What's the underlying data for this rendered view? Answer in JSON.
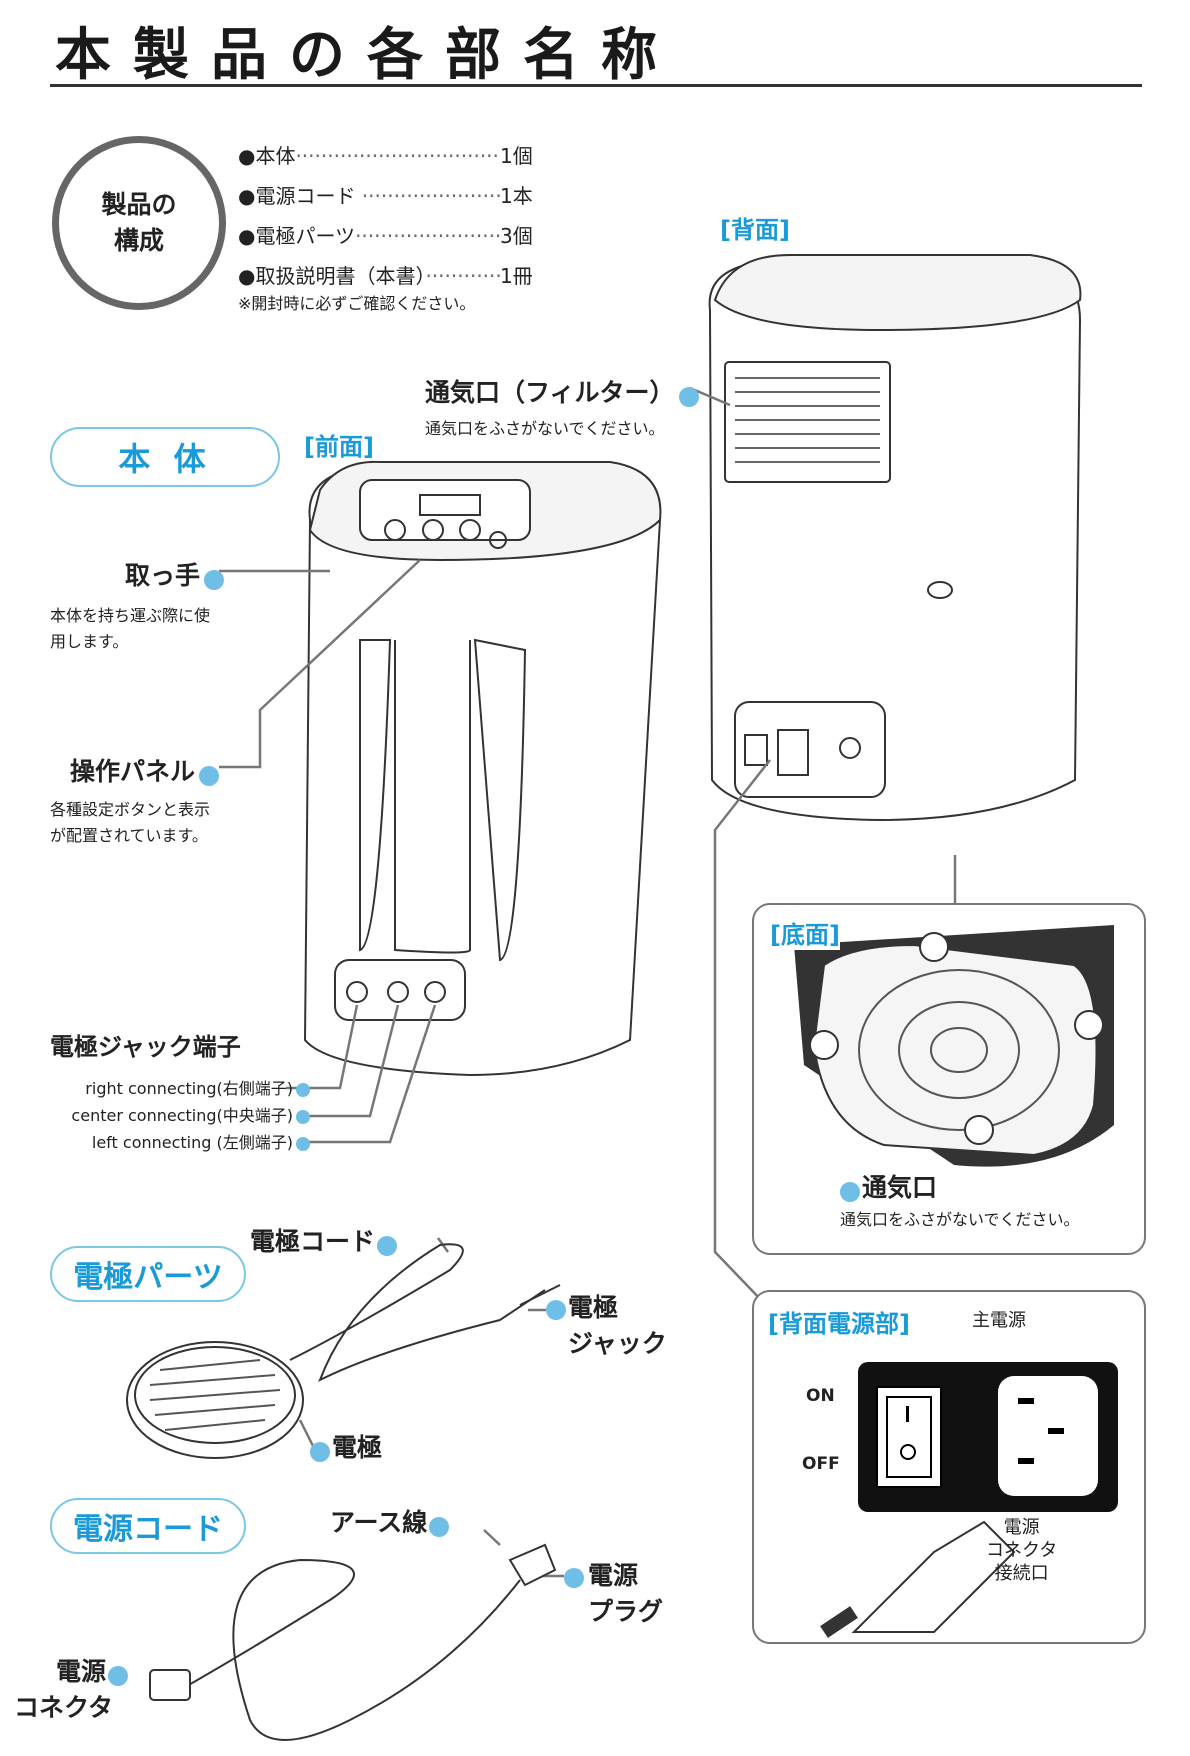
{
  "page": {
    "title": "本製品の各部名称"
  },
  "composition": {
    "circle_line1": "製品の",
    "circle_line2": "構成",
    "items": [
      {
        "name": "●本体",
        "qty": "1個"
      },
      {
        "name": "●電源コード",
        "qty": "1本"
      },
      {
        "name": "●電極パーツ",
        "qty": "3個"
      },
      {
        "name": "●取扱説明書（本書）",
        "qty": "1冊"
      }
    ],
    "note": "※開封時に必ずご確認ください。"
  },
  "body_section": {
    "pill": "本 体",
    "front": "[前面]",
    "back": "[背面]",
    "handle": {
      "label": "取っ手",
      "desc1": "本体を持ち運ぶ際に使",
      "desc2": "用します。"
    },
    "panel": {
      "label": "操作パネル",
      "desc1": "各種設定ボタンと表示",
      "desc2": "が配置されています。"
    },
    "vent_filter": {
      "label": "通気口（フィルター）",
      "desc": "通気口をふさがないでください。"
    },
    "jack": {
      "label": "電極ジャック端子",
      "terminals": [
        "right connecting(右側端子)",
        "center connecting(中央端子)",
        "left connecting (左側端子)"
      ]
    }
  },
  "bottom": {
    "title": "[底面]",
    "vent": "通気口",
    "desc": "通気口をふさがないでください。"
  },
  "power_area": {
    "title": "[背面電源部]",
    "main_power": "主電源",
    "on": "ON",
    "off": "OFF",
    "connector1": "電源",
    "connector2": "コネクタ",
    "connector3": "接続口"
  },
  "electrode_parts": {
    "pill": "電極パーツ",
    "cord": "電極コード",
    "jack1": "電極",
    "jack2": "ジャック",
    "electrode": "電極"
  },
  "power_cord": {
    "pill": "電源コード",
    "earth": "アース線",
    "plug1": "電源",
    "plug2": "プラグ",
    "connector1": "電源",
    "connector2": "コネクタ"
  }
}
